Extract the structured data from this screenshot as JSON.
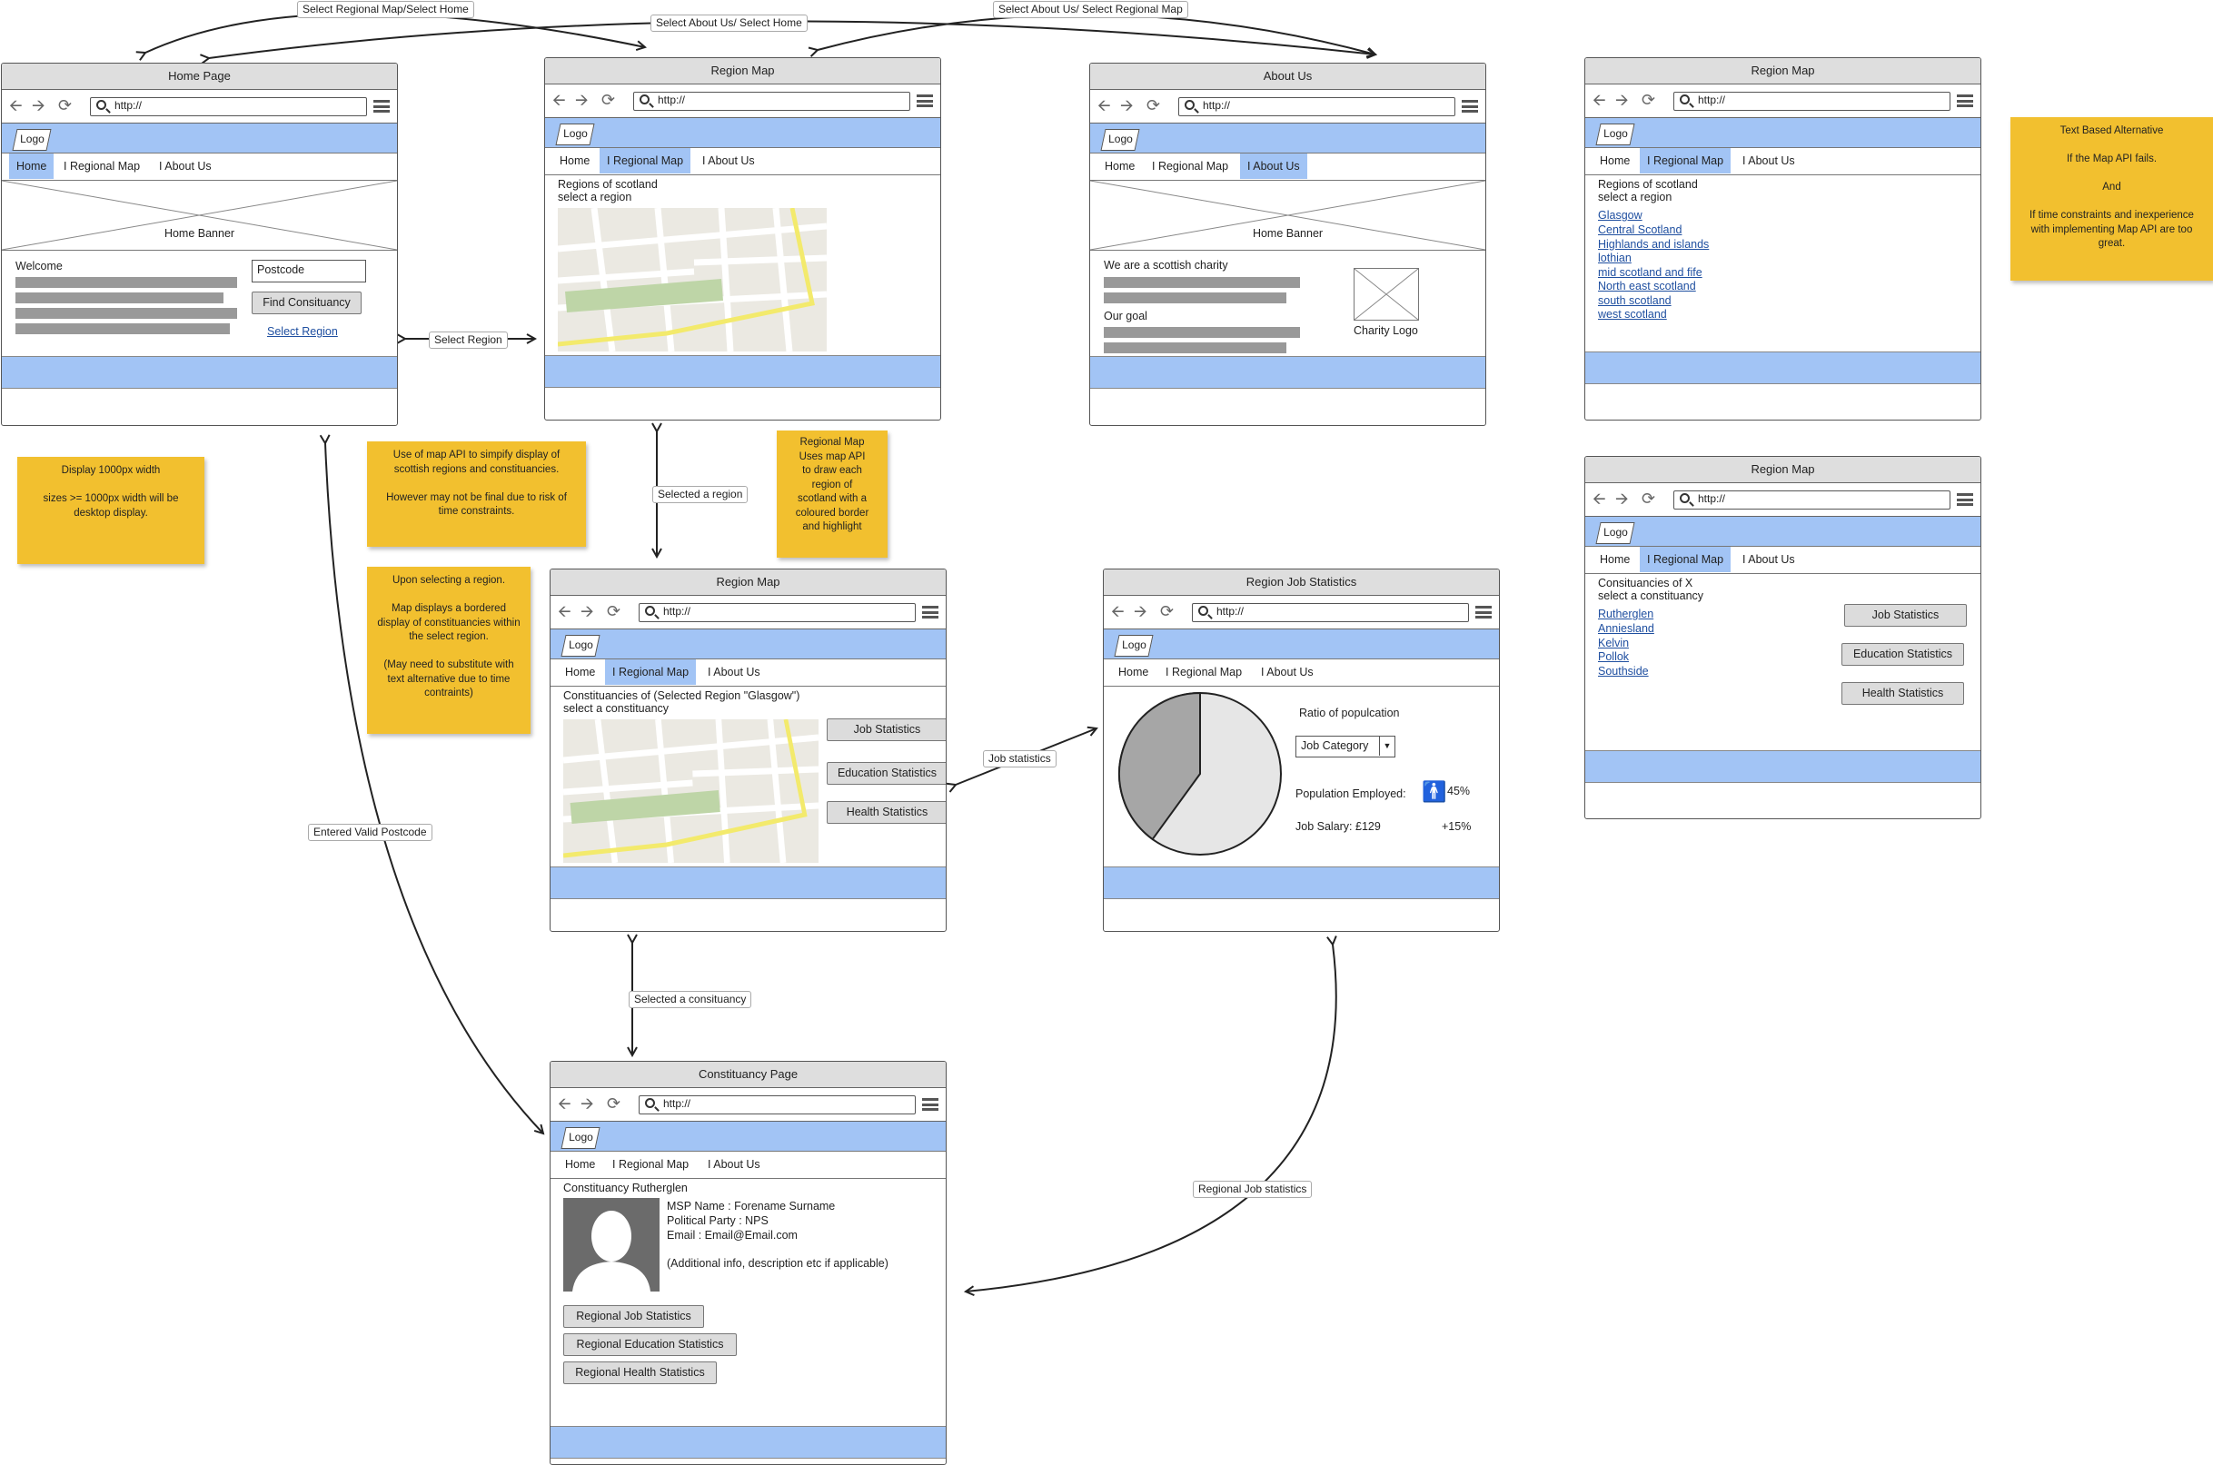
{
  "edges": {
    "select_regional_map_select_home": "Select Regional Map/Select Home",
    "select_about_us_select_home": "Select About Us/ Select Home",
    "select_about_us_select_regional_map": "Select About Us/ Select Regional Map",
    "select_region": "Select Region",
    "selected_a_region": "Selected a region",
    "job_statistics": "Job statistics",
    "selected_a_consituancy": "Selected a consituancy",
    "entered_valid_postcode": "Entered Valid Postcode",
    "regional_job_statistics": "Regional Job statistics"
  },
  "browser": {
    "url": "http://",
    "logo": "Logo",
    "nav_home": "Home",
    "nav_regional_map": "I Regional Map",
    "nav_about_us": "I About Us"
  },
  "home_page": {
    "title": "Home Page",
    "banner": "Home Banner",
    "welcome": "Welcome",
    "postcode_value": "Postcode",
    "find_button": "Find Consituancy",
    "select_region_link": "Select Region"
  },
  "region_map_1": {
    "title": "Region Map",
    "line1": "Regions of scotland",
    "line2": "select a region"
  },
  "about_us": {
    "title": "About Us",
    "banner": "Home Banner",
    "charity_line": "We are a scottish charity",
    "goal": "Our goal",
    "charity_logo": "Charity Logo"
  },
  "region_map_text": {
    "title": "Region Map",
    "line1": "Regions of scotland",
    "line2": "select a region",
    "regions": [
      "Glasgow",
      "Central Scotland",
      "Highlands and islands",
      "lothian",
      "mid scotland and fife",
      "North east scotland",
      "south scotland",
      "west scotland"
    ]
  },
  "region_map_const_text": {
    "title": "Region Map",
    "line1": "Consituancies of X",
    "line2": "select a constituancy",
    "constituencies": [
      "Rutherglen",
      "Anniesland",
      "Kelvin",
      "Pollok",
      "Southside"
    ],
    "job_btn": "Job Statistics",
    "edu_btn": "Education Statistics",
    "health_btn": "Health Statistics"
  },
  "region_map_2": {
    "title": "Region Map",
    "line1": "Constituancies of (Selected Region \"Glasgow\")",
    "line2": "select a constituancy",
    "job_btn": "Job Statistics",
    "edu_btn": "Education Statistics",
    "health_btn": "Health Statistics"
  },
  "region_job_stats": {
    "title": "Region Job Statistics",
    "ratio_label": "Ratio of populcation",
    "category_select": "Job Category",
    "employed_label": "Population Employed:",
    "employed_value": "45%",
    "salary_label": "Job Salary: £129",
    "salary_change": "+15%",
    "pie_fraction_dark": 0.4
  },
  "constituency_page": {
    "title": "Constituancy Page",
    "heading": "Constituancy Rutherglen",
    "msp_name": "MSP Name : Forename Surname",
    "party": "Political Party : NPS",
    "email": "Email : Email@Email.com",
    "additional": "(Additional info, description etc if applicable)",
    "btn_job": "Regional Job Statistics",
    "btn_edu": "Regional Education Statistics",
    "btn_health": "Regional Health Statistics"
  },
  "notes": {
    "display_width": "Display 1000px width\n\nsizes >= 1000px width will be desktop display.",
    "map_api": "Use of map API to simpify display of scottish regions and constituancies.\n\nHowever may not be final due to risk of time constraints.",
    "regional_map": "Regional Map\nUses map API\nto draw each\nregion of\nscotland with a\ncoloured border\nand highlight",
    "upon_selecting": "Upon selecting a region.\n\nMap displays a bordered display of constituancies within the select region.\n\n(May need to substitute with text alternative due to time contraints)",
    "text_alternative": "Text Based Alternative\n\nIf the Map API fails.\n\nAnd\n\nIf time constraints and inexperience with implementing Map API are too great."
  },
  "colors": {
    "nav_band": "#a2c4f5",
    "sticky_note": "#f2c02f",
    "title_bar": "#dedede",
    "link": "#1f4fa0"
  }
}
